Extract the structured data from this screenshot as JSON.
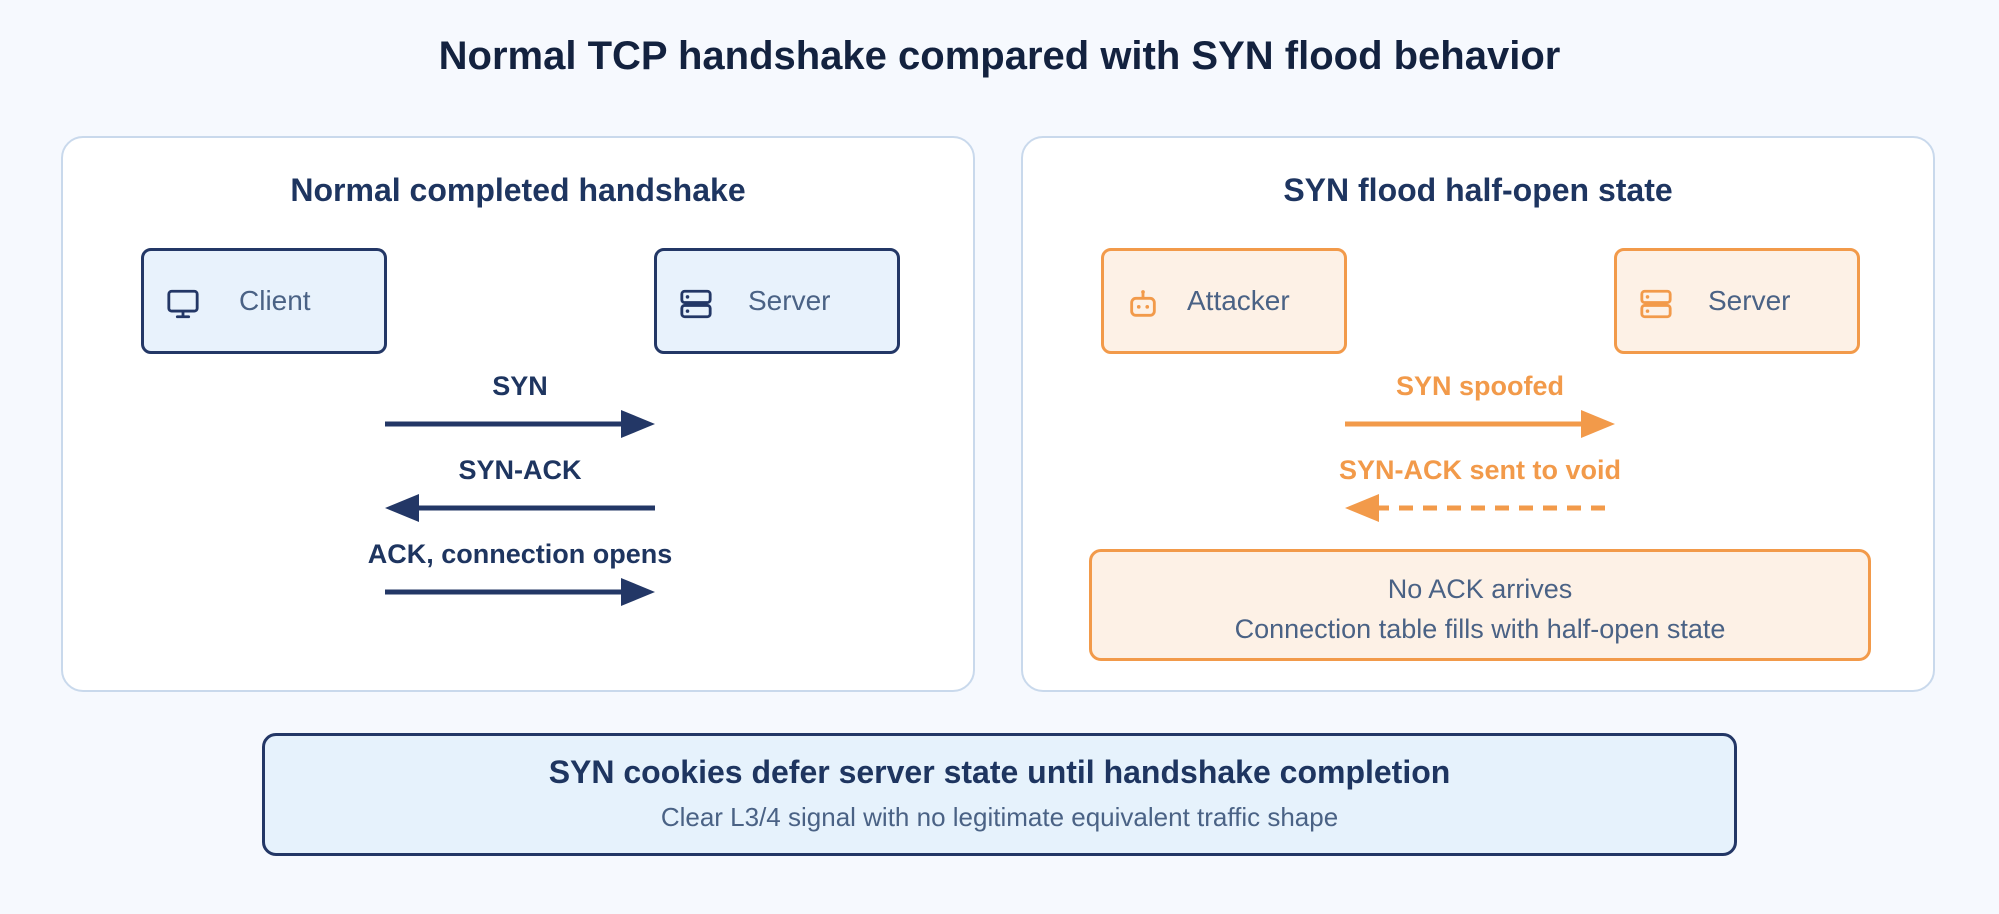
{
  "title": "Normal TCP handshake compared with SYN flood behavior",
  "colors": {
    "navy": "#233766",
    "orange": "#f29a4a",
    "blue_fill": "#e8f2fc",
    "orange_fill": "#fdf1e6"
  },
  "normal": {
    "title": "Normal completed handshake",
    "client": {
      "label": "Client",
      "icon": "monitor-icon"
    },
    "server": {
      "label": "Server",
      "icon": "server-icon"
    },
    "messages": [
      {
        "label": "SYN",
        "direction": "client-to-server",
        "style": "solid"
      },
      {
        "label": "SYN-ACK",
        "direction": "server-to-client",
        "style": "solid"
      },
      {
        "label": "ACK, connection opens",
        "direction": "client-to-server",
        "style": "solid"
      }
    ]
  },
  "flood": {
    "title": "SYN flood half-open state",
    "attacker": {
      "label": "Attacker",
      "icon": "bot-icon"
    },
    "server": {
      "label": "Server",
      "icon": "server-icon"
    },
    "messages": [
      {
        "label": "SYN spoofed",
        "direction": "attacker-to-server",
        "style": "solid"
      },
      {
        "label": "SYN-ACK sent to void",
        "direction": "server-to-attacker",
        "style": "dashed"
      }
    ],
    "note": {
      "line1": "No ACK arrives",
      "line2": "Connection table fills with half-open state"
    }
  },
  "summary": {
    "main": "SYN cookies defer server state until handshake completion",
    "sub": "Clear L3/4 signal with no legitimate equivalent traffic shape"
  }
}
